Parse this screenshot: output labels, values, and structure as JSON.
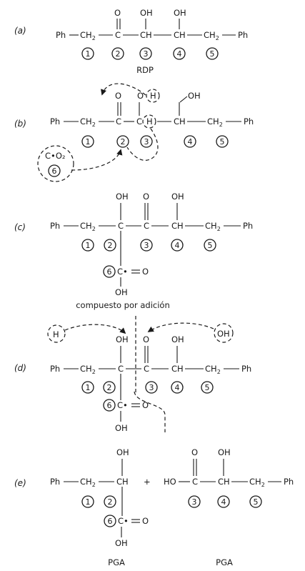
{
  "part_labels": {
    "a": "(a)",
    "b": "(b)",
    "c": "(c)",
    "d": "(d)",
    "e": "(e)"
  },
  "atoms": {
    "ph": "Ph",
    "ch": "CH",
    "c": "C",
    "o": "O",
    "oh": "OH",
    "h": "H",
    "ho": "HO",
    "c_star": "C•",
    "co2": "C•O₂",
    "plus": "+"
  },
  "subscript_2": "2",
  "numbers": [
    "1",
    "2",
    "3",
    "4",
    "5",
    "6"
  ],
  "captions": {
    "rdp": "RDP",
    "adduct": "compuesto por adición",
    "pga_left": "PGA",
    "pga_right": "PGA"
  }
}
